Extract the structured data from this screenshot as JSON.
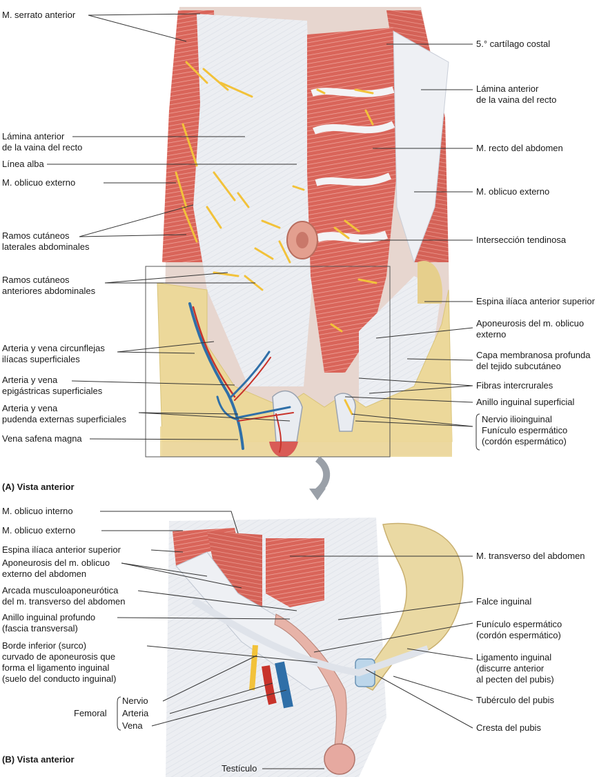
{
  "panel_a": {
    "caption": "(A) Vista anterior",
    "labels_left": [
      {
        "id": "serrato",
        "lines": [
          "M. serrato anterior"
        ]
      },
      {
        "id": "lamina-ant-left",
        "lines": [
          "Lámina anterior",
          "de la vaina del recto"
        ]
      },
      {
        "id": "linea-alba",
        "lines": [
          "Línea alba"
        ]
      },
      {
        "id": "oblicuo-ext-left",
        "lines": [
          "M. oblicuo externo"
        ]
      },
      {
        "id": "ramos-laterales",
        "lines": [
          "Ramos cutáneos",
          "laterales abdominales"
        ]
      },
      {
        "id": "ramos-anteriores",
        "lines": [
          "Ramos cutáneos",
          "anteriores abdominales"
        ]
      },
      {
        "id": "circunflejas",
        "lines": [
          "Arteria y vena circunflejas",
          "ilíacas superficiales"
        ]
      },
      {
        "id": "epigastricas",
        "lines": [
          "Arteria y vena",
          "epigástricas superficiales"
        ]
      },
      {
        "id": "pudenda",
        "lines": [
          "Arteria y vena",
          "pudenda externas superficiales"
        ]
      },
      {
        "id": "safena",
        "lines": [
          "Vena safena magna"
        ]
      }
    ],
    "labels_right": [
      {
        "id": "cartilago",
        "lines": [
          "5.° cartílago costal"
        ]
      },
      {
        "id": "lamina-ant-right",
        "lines": [
          "Lámina anterior",
          "de la vaina del recto"
        ]
      },
      {
        "id": "recto",
        "lines": [
          "M. recto del abdomen"
        ]
      },
      {
        "id": "oblicuo-ext-right",
        "lines": [
          "M. oblicuo externo"
        ]
      },
      {
        "id": "interseccion",
        "lines": [
          "Intersección tendinosa"
        ]
      },
      {
        "id": "espina",
        "lines": [
          "Espina ilíaca anterior superior"
        ]
      },
      {
        "id": "aponeurosis",
        "lines": [
          "Aponeurosis del m. oblicuo",
          "externo"
        ]
      },
      {
        "id": "capa",
        "lines": [
          "Capa membranosa profunda",
          "del tejido subcutáneo"
        ]
      },
      {
        "id": "fibras",
        "lines": [
          "Fibras intercrurales"
        ]
      },
      {
        "id": "anillo-sup",
        "lines": [
          "Anillo inguinal superficial"
        ]
      },
      {
        "id": "nervio-ilio",
        "lines": [
          "Nervio ilioinguinal"
        ]
      },
      {
        "id": "funiculo-a",
        "lines": [
          "Funículo espermático",
          "(cordón espermático)"
        ]
      }
    ]
  },
  "panel_b": {
    "caption": "(B) Vista anterior",
    "labels_left": [
      {
        "id": "oblicuo-int",
        "lines": [
          "M. oblicuo interno"
        ]
      },
      {
        "id": "oblicuo-ext-b",
        "lines": [
          "M. oblicuo externo"
        ]
      },
      {
        "id": "espina-b",
        "lines": [
          "Espina ilíaca anterior superior"
        ]
      },
      {
        "id": "aponeurosis-b",
        "lines": [
          "Aponeurosis del m. oblicuo",
          "externo del abdomen"
        ]
      },
      {
        "id": "arcada",
        "lines": [
          "Arcada musculoaponeurótica",
          "del m. transverso del abdomen"
        ]
      },
      {
        "id": "anillo-prof",
        "lines": [
          "Anillo inguinal profundo",
          "(fascia transversal)"
        ]
      },
      {
        "id": "borde",
        "lines": [
          "Borde inferior (surco)",
          "curvado de aponeurosis que",
          "forma el ligamento inguinal",
          "(suelo del conducto inguinal)"
        ]
      },
      {
        "id": "femoral-nervio",
        "lines": [
          "Nervio"
        ]
      },
      {
        "id": "femoral-arteria",
        "lines": [
          "Arteria"
        ]
      },
      {
        "id": "femoral-vena",
        "lines": [
          "Vena"
        ]
      },
      {
        "id": "testiculo",
        "lines": [
          "Testículo"
        ]
      }
    ],
    "femoral_label": "Femoral",
    "labels_right": [
      {
        "id": "transverso",
        "lines": [
          "M. transverso del abdomen"
        ]
      },
      {
        "id": "falce",
        "lines": [
          "Falce inguinal"
        ]
      },
      {
        "id": "funiculo-b",
        "lines": [
          "Funículo espermático",
          "(cordón espermático)"
        ]
      },
      {
        "id": "ligamento",
        "lines": [
          "Ligamento inguinal",
          "(discurre anterior",
          "al pecten del pubis)"
        ]
      },
      {
        "id": "tuberculo",
        "lines": [
          "Tubérculo del pubis"
        ]
      },
      {
        "id": "cresta",
        "lines": [
          "Cresta del pubis"
        ]
      }
    ]
  },
  "colors": {
    "muscle": "#d9655a",
    "muscle_light": "#e8958a",
    "fascia": "#e9ecf1",
    "fat": "#ecd89a",
    "bone": "#ead9a3",
    "nerve": "#f2c23a",
    "artery": "#c8332b",
    "vein": "#2f6fa8",
    "leader": "#333333"
  }
}
